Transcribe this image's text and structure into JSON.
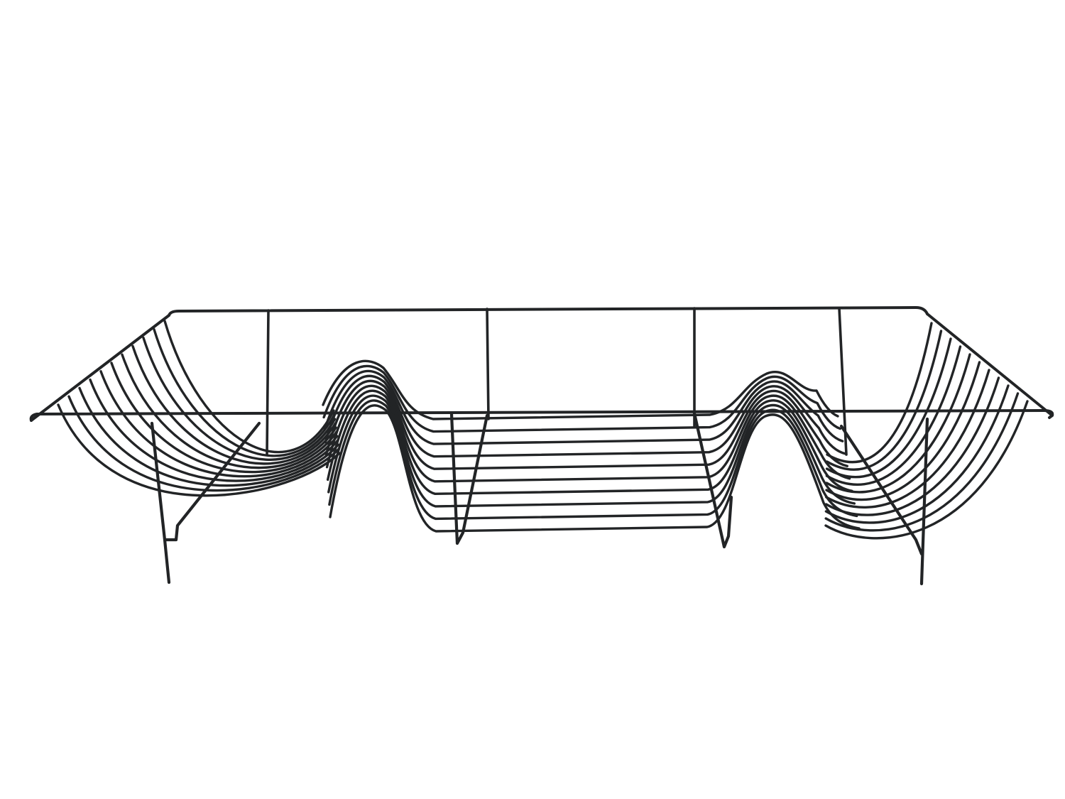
{
  "scene": {
    "background_color": "#ffffff",
    "wire_color": "#222426",
    "subject": "wire-dish-drying-rack",
    "left_basket_wire_count": 11,
    "right_basket_wire_count": 11,
    "bottom_wire_count": 10,
    "plate_bump_loop_count": 8
  }
}
